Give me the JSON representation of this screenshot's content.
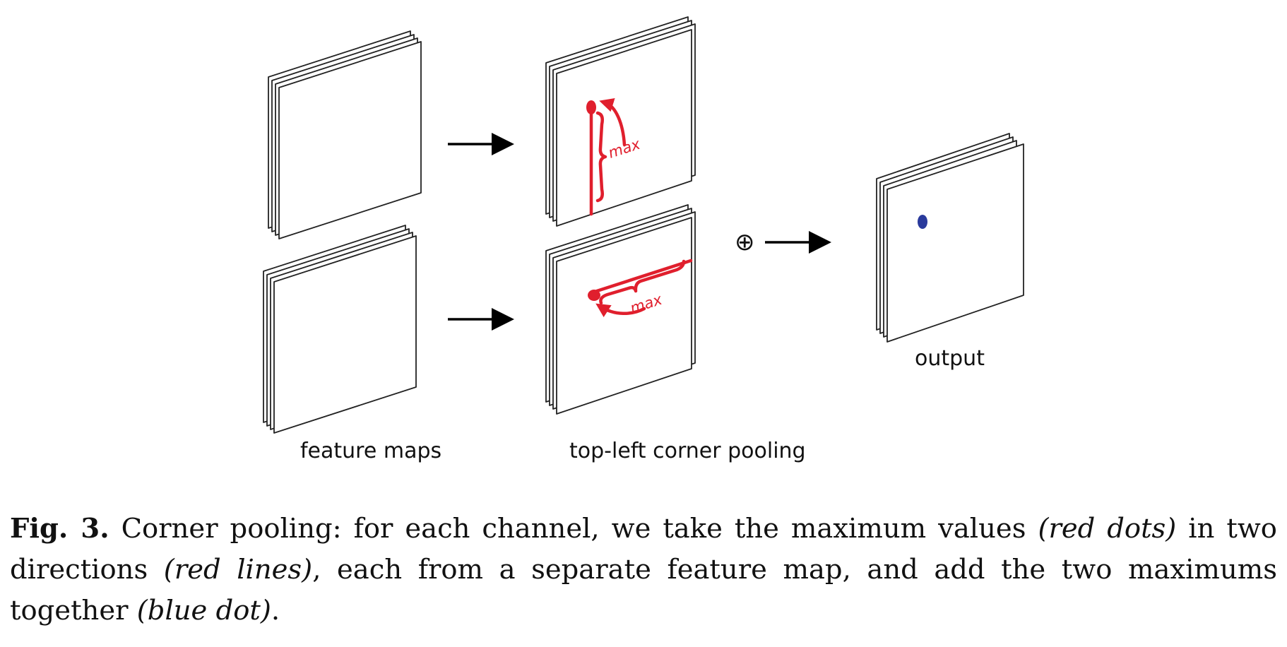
{
  "diagram": {
    "labels": {
      "feature_maps": "feature maps",
      "corner_pooling": "top-left corner pooling",
      "output": "output",
      "max_top": "max",
      "max_bottom": "max",
      "plus_operator": "⊕"
    },
    "colors": {
      "max_marks": "#e01f2d",
      "output_dot": "#2a3a9c",
      "arrows": "#000000"
    }
  },
  "caption": {
    "label": "Fig. 3.",
    "text_1": " Corner pooling: for each channel, we take the maximum values ",
    "em_1": "(red dots)",
    "text_2": " in two directions ",
    "em_2": "(red lines)",
    "text_3": ", each from a separate feature map, and add the two maximums together ",
    "em_3": "(blue dot)",
    "text_4": "."
  }
}
